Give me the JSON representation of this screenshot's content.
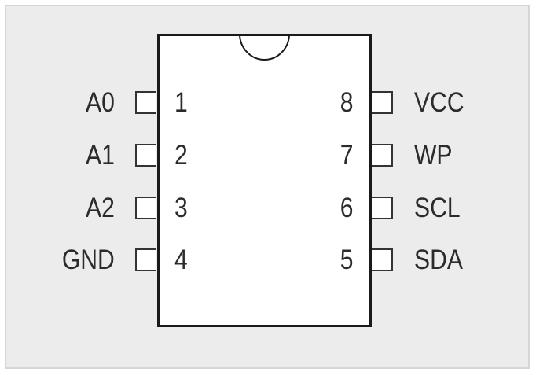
{
  "diagram": {
    "left_pins": [
      {
        "number": "1",
        "signal": "A0"
      },
      {
        "number": "2",
        "signal": "A1"
      },
      {
        "number": "3",
        "signal": "A2"
      },
      {
        "number": "4",
        "signal": "GND"
      }
    ],
    "right_pins": [
      {
        "number": "8",
        "signal": "VCC"
      },
      {
        "number": "7",
        "signal": "WP"
      },
      {
        "number": "6",
        "signal": "SCL"
      },
      {
        "number": "5",
        "signal": "SDA"
      }
    ],
    "colors": {
      "background": "#ececec",
      "outline": "#1a1a1a",
      "text": "#2b2b2b"
    }
  }
}
